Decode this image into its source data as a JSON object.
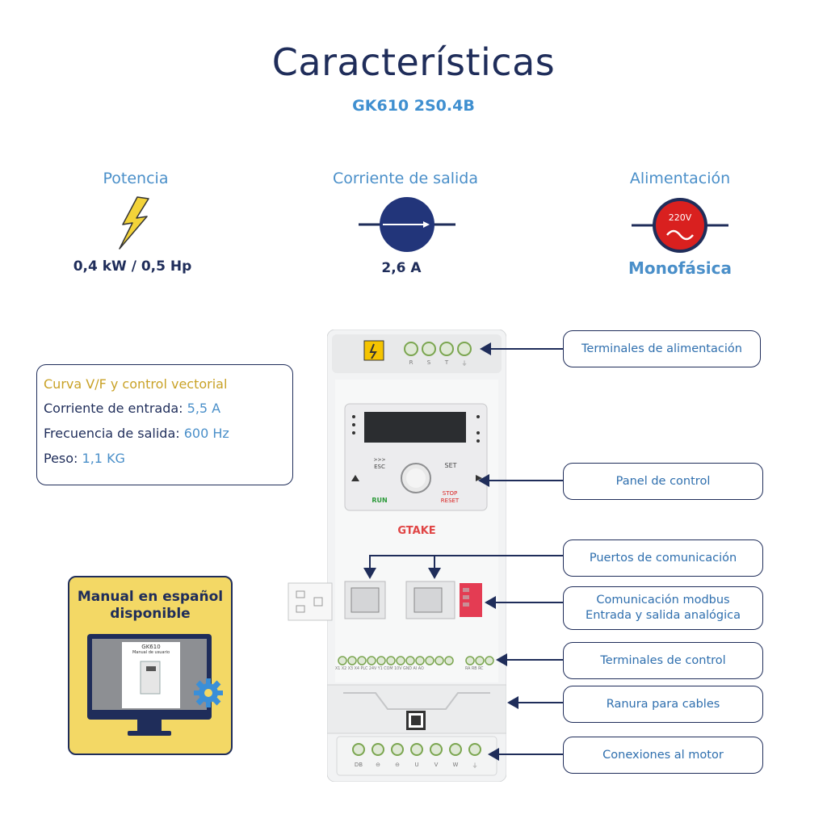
{
  "header": {
    "title": "Características",
    "model": "GK610 2S0.4B"
  },
  "specs": [
    {
      "label": "Potencia",
      "value": "0,4 kW / 0,5 Hp",
      "icon": "lightning-icon"
    },
    {
      "label": "Corriente de salida",
      "value": "2,6 A",
      "icon": "output-current-icon"
    },
    {
      "label": "Alimentación",
      "value": "Monofásica",
      "icon": "ac-supply-icon",
      "badge": "220V"
    }
  ],
  "info_box": {
    "heading": "Curva V/F y control vectorial",
    "rows": [
      {
        "label": "Corriente de entrada:",
        "value": "5,5 A"
      },
      {
        "label": "Frecuencia de salida:",
        "value": "600 Hz"
      },
      {
        "label": "Peso:",
        "value": "1,1 KG"
      }
    ]
  },
  "manual": {
    "title_line1": "Manual en español",
    "title_line2": "disponible",
    "screen_title": "GK610",
    "screen_subtitle": "Manual de usuario"
  },
  "device": {
    "brand": "GTAKE",
    "keys": {
      "esc": "ESC",
      "esc_top": ">>>",
      "set": "SET",
      "run": "RUN",
      "stop": "STOP",
      "reset": "RESET"
    },
    "power_terminal_labels": [
      "R",
      "S",
      "T",
      "⏚"
    ],
    "control_terminal_labels": "X1 X2 X3 X4 PLC 24V Y1 COM 10V GND AI AO",
    "relay_labels": "RA RB RC",
    "motor_terminal_labels": [
      "DB",
      "⊖",
      "⊖",
      "U",
      "V",
      "W",
      "⏚"
    ]
  },
  "callouts": [
    {
      "label": "Terminales de alimentación"
    },
    {
      "label": "Panel de control"
    },
    {
      "label": "Puertos de comunicación"
    },
    {
      "label": "Comunicación modbus",
      "label2": "Entrada y salida analógica"
    },
    {
      "label": "Terminales de control"
    },
    {
      "label": "Ranura para cables"
    },
    {
      "label": "Conexiones al motor"
    }
  ],
  "colors": {
    "navy": "#1f2d5a",
    "accent_blue": "#4a8fc9",
    "gold": "#c9a227",
    "red": "#d9201f",
    "manual_bg": "#f3d865"
  }
}
